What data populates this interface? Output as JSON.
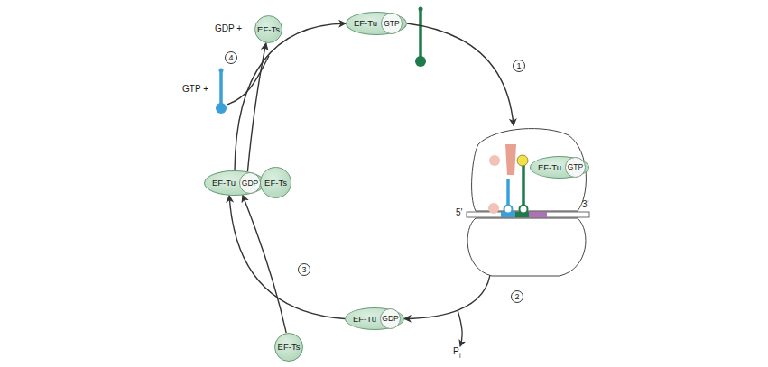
{
  "diagram": {
    "nodes": [
      {
        "text": [
          "EF-Tu"
        ]
      },
      {
        "text": [
          "GTP"
        ],
        "in": 0
      },
      {
        "text": [
          "5'",
          "3'"
        ]
      },
      {
        "text": [
          "EF-Tu"
        ],
        "in": 2
      },
      {
        "text": [
          "GTP"
        ],
        "in": 3
      },
      {
        "text": [
          "EF-Tu"
        ]
      },
      {
        "text": [
          "GDP"
        ],
        "in": 5
      },
      {
        "text": [
          "EF-Ts"
        ]
      },
      {
        "text": [
          "EF-Tu"
        ]
      },
      {
        "text": [
          "GDP"
        ],
        "in": 8
      },
      {
        "text": [
          "EF-Ts"
        ]
      },
      {
        "text": [
          "EF-Ts"
        ]
      }
    ],
    "edges": [
      {
        "from": 0,
        "to": 2,
        "arrow": "to"
      },
      {
        "from": 2,
        "to": 5,
        "arrow": "to"
      },
      {
        "from": 5,
        "to": 8,
        "arrow": "to"
      },
      {
        "from": 7,
        "to": 8,
        "arrow": "to"
      },
      {
        "from": 8,
        "to": 0,
        "arrow": "to"
      },
      {
        "from": 8,
        "to": 11,
        "arrow": "to"
      }
    ],
    "labels": [
      "GDP +",
      "GTP +",
      "1",
      "2",
      "3",
      "4",
      "P",
      "i"
    ]
  }
}
